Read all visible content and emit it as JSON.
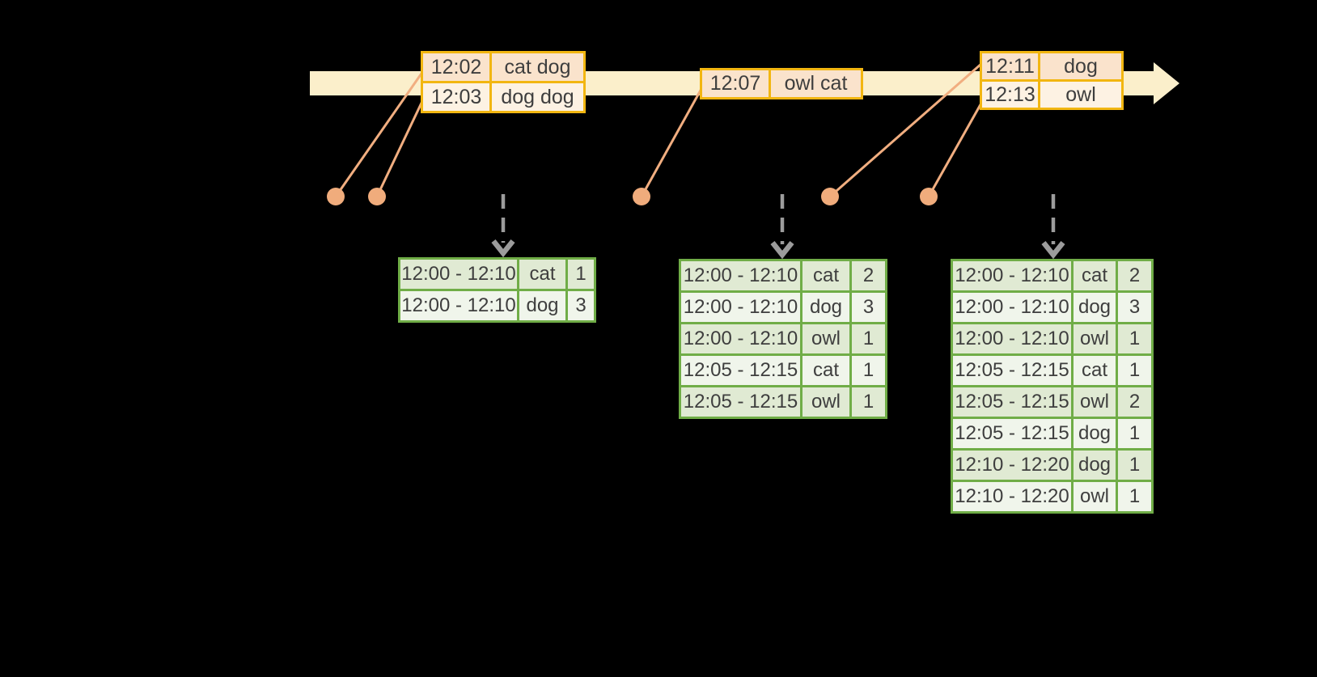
{
  "event_tables": [
    {
      "rows": [
        {
          "time": "12:02",
          "words": "cat dog"
        },
        {
          "time": "12:03",
          "words": "dog dog"
        }
      ]
    },
    {
      "rows": [
        {
          "time": "12:07",
          "words": "owl cat"
        }
      ]
    },
    {
      "rows": [
        {
          "time": "12:11",
          "words": "dog"
        },
        {
          "time": "12:13",
          "words": "owl"
        }
      ]
    }
  ],
  "result_tables": [
    {
      "rows": [
        {
          "window": "12:00 - 12:10",
          "word": "cat",
          "count": "1"
        },
        {
          "window": "12:00 - 12:10",
          "word": "dog",
          "count": "3"
        }
      ]
    },
    {
      "rows": [
        {
          "window": "12:00 - 12:10",
          "word": "cat",
          "count": "2"
        },
        {
          "window": "12:00 - 12:10",
          "word": "dog",
          "count": "3"
        },
        {
          "window": "12:00 - 12:10",
          "word": "owl",
          "count": "1"
        },
        {
          "window": "12:05 - 12:15",
          "word": "cat",
          "count": "1"
        },
        {
          "window": "12:05 - 12:15",
          "word": "owl",
          "count": "1"
        }
      ]
    },
    {
      "rows": [
        {
          "window": "12:00 - 12:10",
          "word": "cat",
          "count": "2"
        },
        {
          "window": "12:00 - 12:10",
          "word": "dog",
          "count": "3"
        },
        {
          "window": "12:00 - 12:10",
          "word": "owl",
          "count": "1"
        },
        {
          "window": "12:05 - 12:15",
          "word": "cat",
          "count": "1"
        },
        {
          "window": "12:05 - 12:15",
          "word": "owl",
          "count": "2"
        },
        {
          "window": "12:05 - 12:15",
          "word": "dog",
          "count": "1"
        },
        {
          "window": "12:10 - 12:20",
          "word": "dog",
          "count": "1"
        },
        {
          "window": "12:10 - 12:20",
          "word": "owl",
          "count": "1"
        }
      ]
    }
  ],
  "colors": {
    "background": "#000000",
    "timeline_band": "#FBEFCB",
    "event_table_border": "#F2B611",
    "event_row_dark": "#FAE3CC",
    "event_row_light": "#FDF2E3",
    "event_dot": "#F0AC7C",
    "result_table_border": "#70AD47",
    "result_row_dark": "#E0EAD3",
    "result_row_light": "#F0F5EB",
    "trigger_arrow": "#9C9C9C",
    "text": "#3E3E3E"
  }
}
